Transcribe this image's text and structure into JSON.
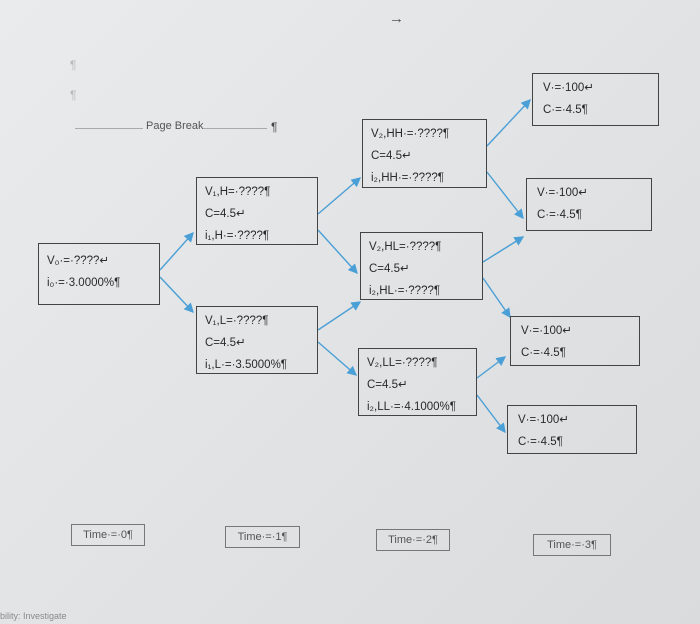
{
  "top_arrow": "→",
  "margin_marks": [
    "¶",
    "¶"
  ],
  "page_break": {
    "label": "Page Break",
    "pilcrow": "¶"
  },
  "nodes": {
    "t0": [
      "V₀·=·????↵",
      "i₀·=·3.0000%¶"
    ],
    "t1_high": [
      "V₁,H=·????¶",
      "C=4.5↵",
      "i₁,H·=·????¶"
    ],
    "t1_low": [
      "V₁,L=·????¶",
      "C=4.5↵",
      "i₁,L·=·3.5000%¶"
    ],
    "t2_hh": [
      "V₂,HH·=·????¶",
      "C=4.5↵",
      "i₂,HH·=·????¶"
    ],
    "t2_hl": [
      "V₂,HL=·????¶",
      "C=4.5↵",
      "i₂,HL·=·????¶"
    ],
    "t2_ll": [
      "V₂,LL=·????¶",
      "C=4.5↵",
      "i₂,LL·=·4.1000%¶"
    ],
    "t3_1": [
      "V·=·100↵",
      "C·=·4.5¶"
    ],
    "t3_2": [
      "V·=·100↵",
      "C·=·4.5¶"
    ],
    "t3_3": [
      "V·=·100↵",
      "C·=·4.5¶"
    ],
    "t3_4": [
      "V·=·100↵",
      "C·=·4.5¶"
    ]
  },
  "time_labels": [
    "Time·=·0¶",
    "Time·=·1¶",
    "Time·=·2¶",
    "Time·=·3¶"
  ],
  "footer": "bility: Investigate",
  "colors": {
    "link": "#4a9fd6",
    "border": "#444444"
  }
}
